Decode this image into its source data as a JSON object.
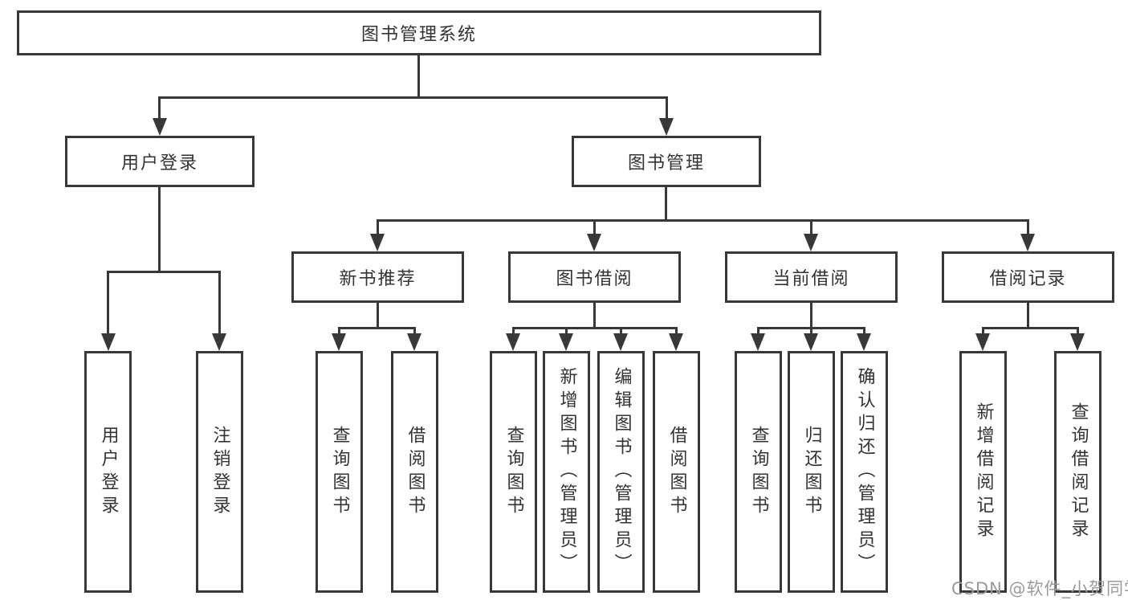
{
  "diagram": {
    "title": "图书管理系统",
    "root": {
      "label": "图书管理系统"
    },
    "level2": [
      {
        "label": "用户登录",
        "children": [
          {
            "label": "用户登录"
          },
          {
            "label": "注销登录"
          }
        ]
      },
      {
        "label": "图书管理",
        "children": [
          {
            "label": "新书推荐",
            "children": [
              {
                "label": "查询图书"
              },
              {
                "label": "借阅图书"
              }
            ]
          },
          {
            "label": "图书借阅",
            "children": [
              {
                "label": "查询图书"
              },
              {
                "label": "新增图书（管理员）"
              },
              {
                "label": "编辑图书（管理员）"
              },
              {
                "label": "借阅图书"
              }
            ]
          },
          {
            "label": "当前借阅",
            "children": [
              {
                "label": "查询图书"
              },
              {
                "label": "归还图书"
              },
              {
                "label": "确认归还（管理员）"
              }
            ]
          },
          {
            "label": "借阅记录",
            "children": [
              {
                "label": "新增借阅记录"
              },
              {
                "label": "查询借阅记录"
              }
            ]
          }
        ]
      }
    ]
  },
  "watermark": {
    "text": "CSDN @软件_小贺同学"
  },
  "colors": {
    "line": "#383838",
    "border": "#383838",
    "text": "#333333",
    "watermark": "#9b9b9b",
    "background": "#ffffff"
  }
}
